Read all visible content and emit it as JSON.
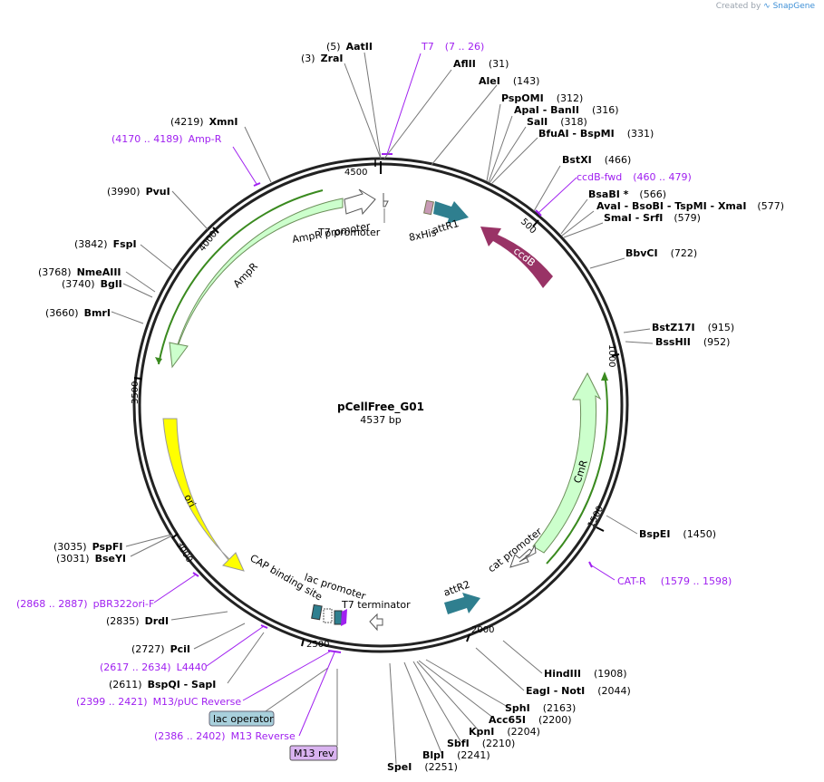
{
  "credit": {
    "prefix": "Created by",
    "brand": "SnapGene"
  },
  "plasmid": {
    "name": "pCellFree_G01",
    "size_label": "4537 bp",
    "length": 4537
  },
  "colors": {
    "primer": "#a020f0",
    "backbone": "#222222",
    "ori": "#ffff00",
    "marker": "#ccffcc",
    "marker_line": "#3a8a1f",
    "attR": "#2f7f8f",
    "ccdB": "#993366",
    "promoter": "#ffffff",
    "lac_operator_box": "#a8d0dc",
    "m13rev_box": "#d9b3f0"
  },
  "ticks": [
    "500",
    "1000",
    "1500",
    "2000",
    "2500",
    "3000",
    "3500",
    "4000",
    "4500"
  ],
  "features": [
    {
      "id": "ampr",
      "label": "AmpR",
      "type": "marker"
    },
    {
      "id": "ampr-promoter",
      "label": "AmpR promoter",
      "type": "promoter"
    },
    {
      "id": "t7-promoter",
      "label": "T7 promoter",
      "type": "promoter"
    },
    {
      "id": "his",
      "label": "8xHis",
      "type": "tag"
    },
    {
      "id": "attr1",
      "label": "attR1",
      "type": "attR"
    },
    {
      "id": "ccdb",
      "label": "ccdB",
      "type": "ccdB"
    },
    {
      "id": "cmr",
      "label": "CmR",
      "type": "marker"
    },
    {
      "id": "cat-promoter",
      "label": "cat promoter",
      "type": "promoter"
    },
    {
      "id": "attr2",
      "label": "attR2",
      "type": "attR"
    },
    {
      "id": "t7-terminator",
      "label": "T7 terminator",
      "type": "terminator"
    },
    {
      "id": "lac-promoter",
      "label": "lac promoter",
      "type": "promoter"
    },
    {
      "id": "cap-binding-site",
      "label": "CAP binding site",
      "type": "misc"
    },
    {
      "id": "ori",
      "label": "ori",
      "type": "ori"
    }
  ],
  "sites": [
    {
      "pos": "(5)",
      "name": "AatII"
    },
    {
      "pos": "(3)",
      "name": "ZraI"
    },
    {
      "pos": "(31)",
      "name": "AflII"
    },
    {
      "pos": "(143)",
      "name": "AleI"
    },
    {
      "pos": "(312)",
      "name": "PspOMI"
    },
    {
      "pos": "(316)",
      "name": "ApaI  -  BanII"
    },
    {
      "pos": "(318)",
      "name": "SalI"
    },
    {
      "pos": "(331)",
      "name": "BfuAI  -  BspMI"
    },
    {
      "pos": "(466)",
      "name": "BstXI"
    },
    {
      "pos": "(566)",
      "name": "BsaBI *"
    },
    {
      "pos": "(577)",
      "name": "AvaI  -  BsoBI  -  TspMI  -  XmaI"
    },
    {
      "pos": "(579)",
      "name": "SmaI  -  SrfI"
    },
    {
      "pos": "(722)",
      "name": "BbvCI"
    },
    {
      "pos": "(915)",
      "name": "BstZ17I"
    },
    {
      "pos": "(952)",
      "name": "BssHII"
    },
    {
      "pos": "(1450)",
      "name": "BspEI"
    },
    {
      "pos": "(1908)",
      "name": "HindIII"
    },
    {
      "pos": "(2044)",
      "name": "EagI  -  NotI"
    },
    {
      "pos": "(2163)",
      "name": "SphI"
    },
    {
      "pos": "(2200)",
      "name": "Acc65I"
    },
    {
      "pos": "(2204)",
      "name": "KpnI"
    },
    {
      "pos": "(2210)",
      "name": "SbfI"
    },
    {
      "pos": "(2241)",
      "name": "BlpI"
    },
    {
      "pos": "(2251)",
      "name": "SpeI"
    },
    {
      "pos": "(2611)",
      "name": "BspQI  -  SapI"
    },
    {
      "pos": "(2727)",
      "name": "PciI"
    },
    {
      "pos": "(2835)",
      "name": "DrdI"
    },
    {
      "pos": "(3031)",
      "name": "BseYI"
    },
    {
      "pos": "(3035)",
      "name": "PspFI"
    },
    {
      "pos": "(3660)",
      "name": "BmrI"
    },
    {
      "pos": "(3740)",
      "name": "BglI"
    },
    {
      "pos": "(3768)",
      "name": "NmeAIII"
    },
    {
      "pos": "(3842)",
      "name": "FspI"
    },
    {
      "pos": "(3990)",
      "name": "PvuI"
    },
    {
      "pos": "(4219)",
      "name": "XmnI"
    }
  ],
  "primers": [
    {
      "name": "T7",
      "range": "(7 .. 26)"
    },
    {
      "name": "ccdB-fwd",
      "range": "(460 .. 479)"
    },
    {
      "name": "CAT-R",
      "range": "(1579 .. 1598)"
    },
    {
      "name": "Amp-R",
      "range": "(4170 .. 4189)"
    },
    {
      "name": "pBR322ori-F",
      "range": "(2868 .. 2887)"
    },
    {
      "name": "L4440",
      "range": "(2617 .. 2634)"
    },
    {
      "name": "M13/pUC Reverse",
      "range": "(2399 .. 2421)"
    },
    {
      "name": "M13 Reverse",
      "range": "(2386 .. 2402)"
    }
  ],
  "boxed": {
    "lac_operator": "lac operator",
    "m13_rev": "M13 rev"
  }
}
